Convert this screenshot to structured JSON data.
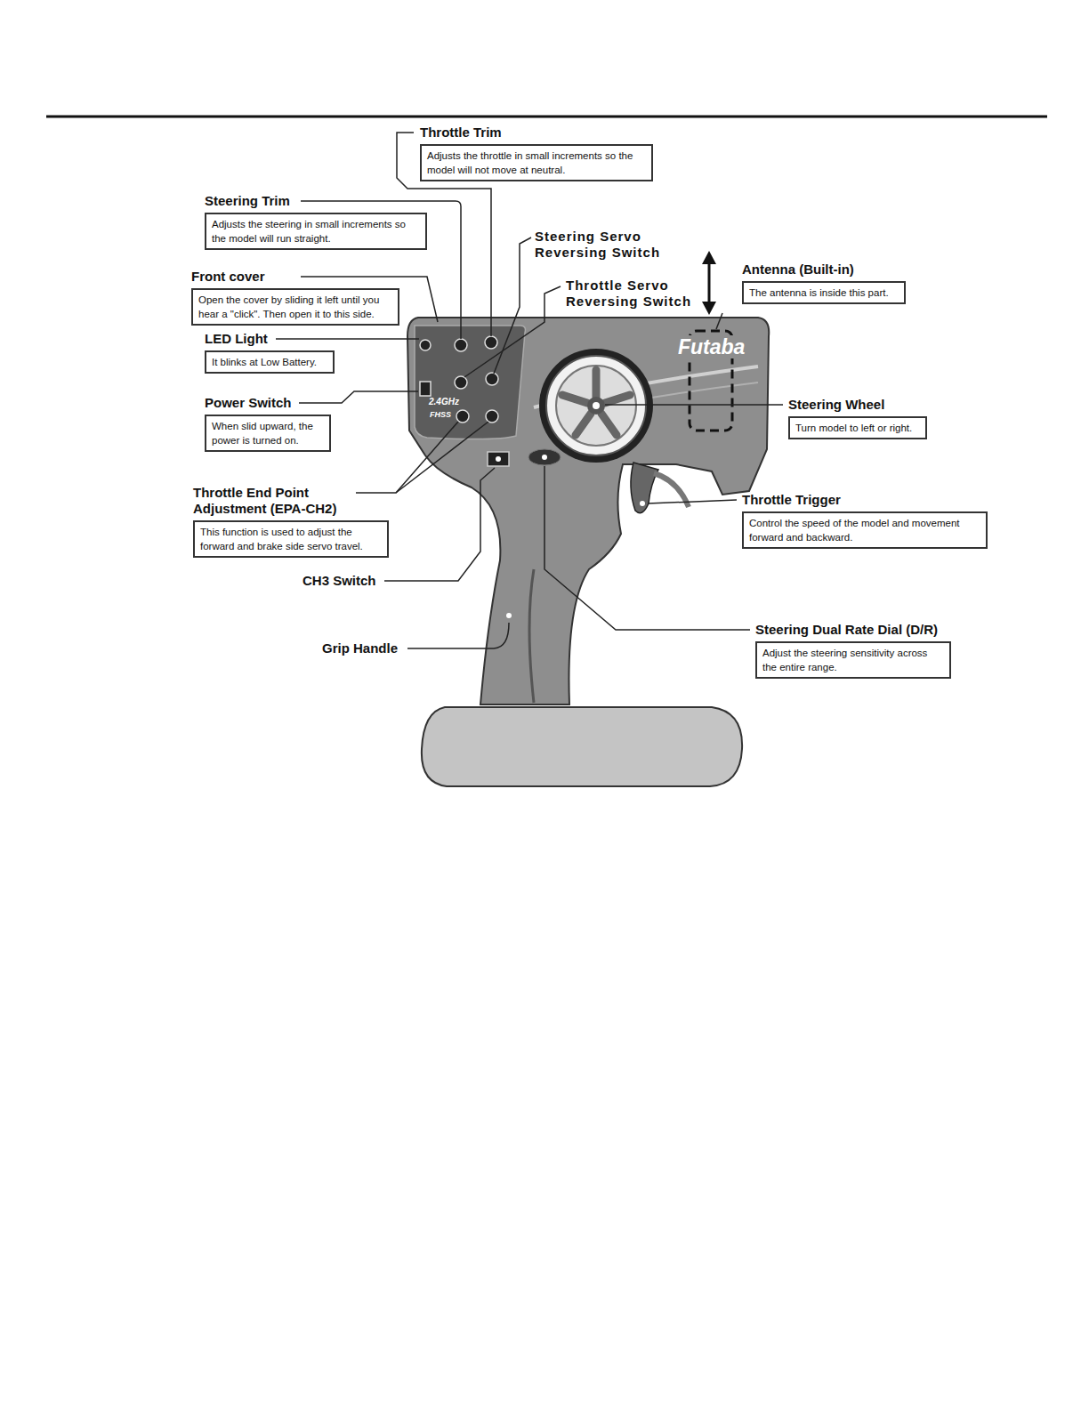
{
  "diagram": {
    "nodes": [
      {
        "text": [
          "Throttle Trim",
          "Adjusts the throttle in small increments so the model will not move at neutral."
        ]
      },
      {
        "text": [
          "Steering Trim",
          "Adjusts the steering in small increments so the model will run straight."
        ]
      },
      {
        "text": [
          "Front cover",
          "Open the cover by sliding it left until you hear a \"click\". Then open it to this side."
        ]
      },
      {
        "text": [
          "Antenna (Built-in)",
          "The antenna is inside this part."
        ]
      },
      {
        "text": [
          "LED Light",
          "It blinks at Low Battery."
        ]
      },
      {
        "text": [
          "Power Switch",
          "When slid upward, the power is turned on."
        ]
      },
      {
        "text": [
          "Steering Wheel",
          "Turn model to left or right."
        ]
      },
      {
        "text": [
          "Throttle End Point Adjustment (EPA-CH2)",
          "This function is used to adjust the forward and brake side servo travel."
        ]
      },
      {
        "text": [
          "Throttle Trigger",
          "Control the speed of the model and movement forward and backward."
        ]
      },
      {
        "text": [
          "Steering Dual Rate Dial (D/R)",
          "Adjust the steering sensitivity across the entire range."
        ]
      }
    ],
    "labels": [
      "Steering Servo Reversing Switch",
      "Throttle Servo Reversing Switch",
      "CH3 Switch",
      "Grip Handle",
      "Futaba",
      "2.4GHz",
      "FHSS"
    ]
  }
}
